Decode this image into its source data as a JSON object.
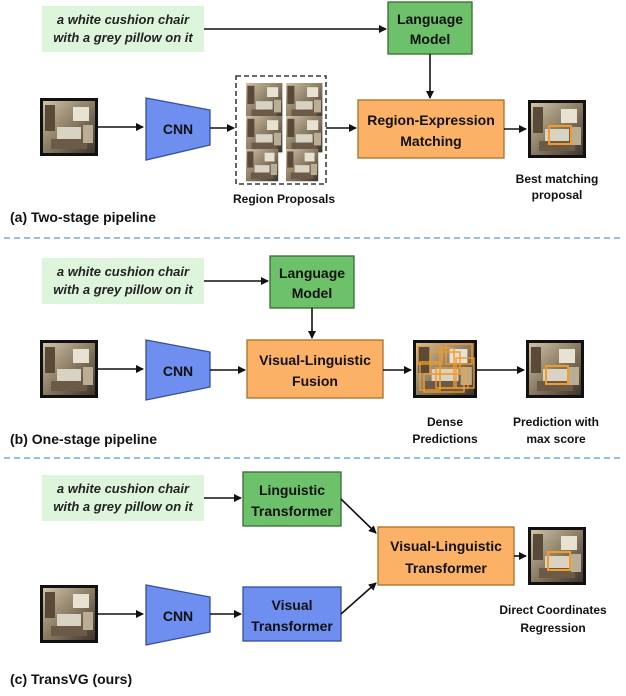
{
  "query_text": {
    "line1": "a white cushion chair",
    "line2": "with a grey pillow on it"
  },
  "pipeline_a": {
    "caption": "(a) Two-stage pipeline",
    "language_model": [
      "Language",
      "Model"
    ],
    "cnn": "CNN",
    "region_proposals": "Region Proposals",
    "matching": [
      "Region-Expression",
      "Matching"
    ],
    "best_matching": [
      "Best matching",
      "proposal"
    ]
  },
  "pipeline_b": {
    "caption": "(b) One-stage pipeline",
    "language_model": [
      "Language",
      "Model"
    ],
    "cnn": "CNN",
    "fusion": [
      "Visual-Linguistic",
      "Fusion"
    ],
    "dense_predictions": [
      "Dense",
      "Predictions"
    ],
    "prediction_max": [
      "Prediction with",
      "max score"
    ]
  },
  "pipeline_c": {
    "caption": "(c) TransVG (ours)",
    "linguistic_transformer": [
      "Linguistic",
      "Transformer"
    ],
    "cnn": "CNN",
    "visual_transformer": [
      "Visual",
      "Transformer"
    ],
    "vl_transformer": [
      "Visual-Linguistic",
      "Transformer"
    ],
    "direct_regression": [
      "Direct Coordinates",
      "Regression"
    ]
  },
  "colors": {
    "green": "#6cc16a",
    "orange": "#fbb266",
    "blue": "#6f8ff0",
    "query_bg": "#ddf5da",
    "divider": "#5b9bd5"
  }
}
